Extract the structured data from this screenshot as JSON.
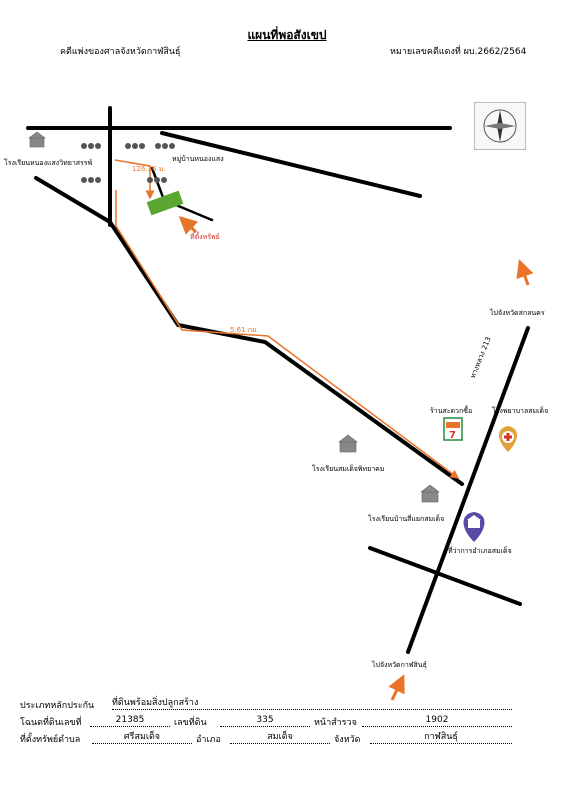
{
  "header": {
    "title": "แผนที่พอสังเขป",
    "court": "คดีแพ่งของศาลจังหวัดกาฬสินธุ์",
    "case_number": "หมายเลขคดีแดงที่ ผบ.2662/2564"
  },
  "map": {
    "labels": {
      "school_nong_saeng": "โรงเรียนหนองแสงวิทยาสรรพ์",
      "village_nong_saeng": "หมู่บ้านหนองแสง",
      "distance_short": "126.36 ม.",
      "property": "ที่ตั้งทรัพย์",
      "distance_long": "5.61 กม.",
      "to_sakon_nakhon": "ไปจังหวัดสกลนคร",
      "highway": "ทางหลวง 213",
      "convenience_store": "ร้านสะดวกซื้อ",
      "hospital": "โรงพยาบาลสมเด็จ",
      "school_somdet": "โรงเรียนสมเด็จพิทยาคม",
      "school_ban_somdet": "โรงเรียนบ้านสี่แยกสมเด็จ",
      "district_office": "ที่ว่าการอำเภอสมเด็จ",
      "to_kalasin": "ไปจังหวัดกาฬสินธุ์"
    },
    "colors": {
      "road": "#000000",
      "route": "#e8742a",
      "property": "#5aa832",
      "property_label": "#d8302a",
      "hospital_pin": "#e0a23a",
      "district_pin": "#5a4aa8"
    }
  },
  "property_info": {
    "type_label": "ประเภทหลักประกัน",
    "type_value": "ที่ดินพร้อมสิ่งปลูกสร้าง",
    "deed_label": "โฉนดที่ดินเลขที่",
    "deed_value": "21385",
    "land_no_label": "เลขที่ดิน",
    "land_no_value": "335",
    "survey_label": "หน้าสำรวจ",
    "survey_value": "1902",
    "location_label": "ที่ตั้งทรัพย์ตำบล",
    "subdistrict_value": "ศรีสมเด็จ",
    "district_label": "อำเภอ",
    "district_value": "สมเด็จ",
    "province_label": "จังหวัด",
    "province_value": "กาฬสินธุ์"
  }
}
